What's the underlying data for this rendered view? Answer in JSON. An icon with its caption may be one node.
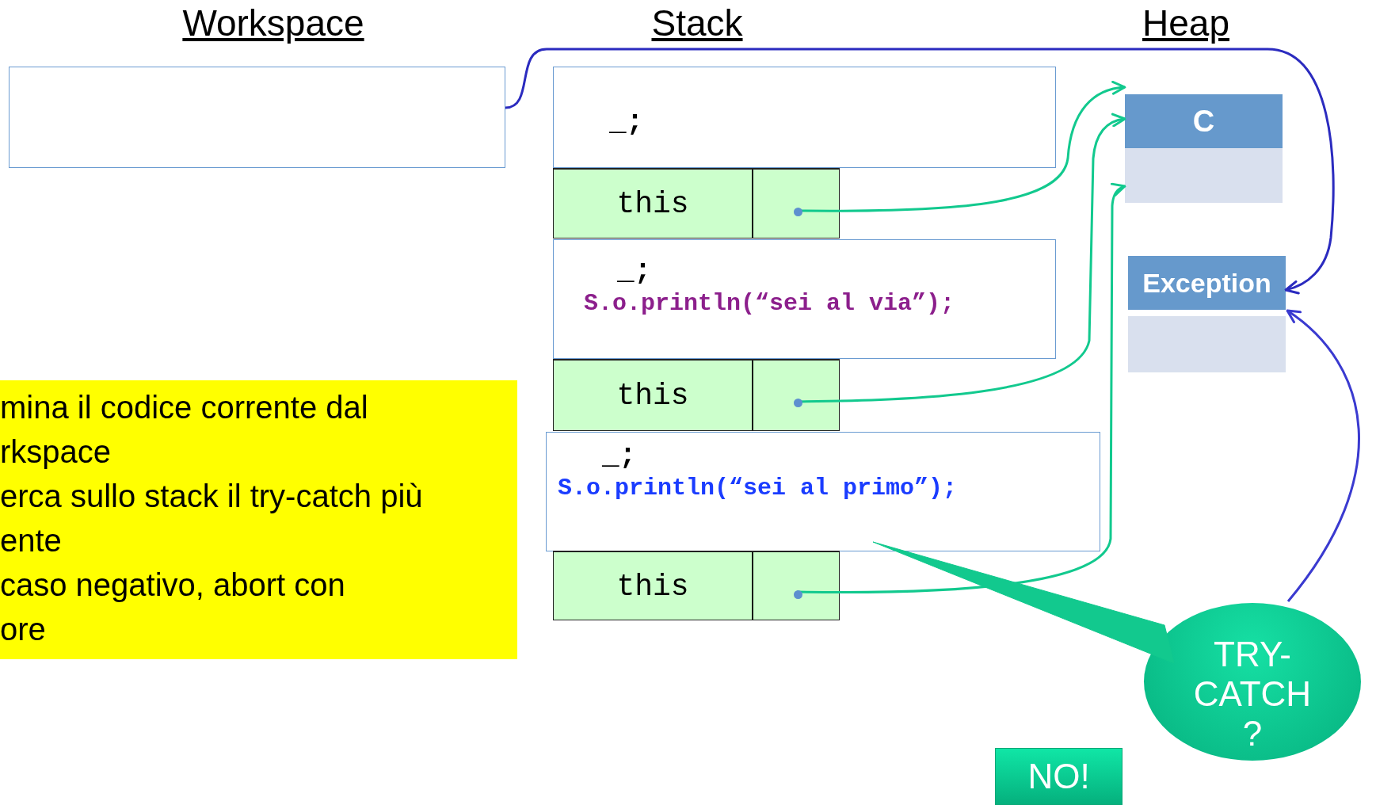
{
  "diagram": {
    "nodes": [
      {
        "text": [],
        "shape": "box"
      },
      {
        "text": [
          "_;"
        ]
      },
      {
        "text": [
          "this"
        ]
      },
      {
        "text": [
          "_;",
          "S.o.println(“sei al via”);"
        ]
      },
      {
        "text": [
          "this"
        ]
      },
      {
        "text": [
          "_;",
          "S.o.println(“sei al primo”);"
        ]
      },
      {
        "text": [
          "this"
        ]
      },
      {
        "text": [
          "C"
        ]
      },
      {
        "text": [
          "Exception"
        ]
      },
      {
        "text": [
          "mina il codice corrente dal rkspace",
          "erca sullo stack il try-catch più ente",
          "caso negativo, abort con ore"
        ]
      },
      {
        "text": [
          "TRY- CATCH ?"
        ]
      },
      {
        "text": [
          "NO!"
        ]
      }
    ],
    "edges": [
      {
        "from": 0,
        "to": 8,
        "arrow": "to",
        "color": "#2b2bbf"
      },
      {
        "from": 2,
        "to": 7,
        "arrow": "to"
      },
      {
        "from": 4,
        "to": 7,
        "arrow": "to"
      },
      {
        "from": 6,
        "to": 7,
        "arrow": "to"
      },
      {
        "from": 10,
        "to": 8,
        "arrow": "to",
        "color": "#3a3ad0"
      },
      {
        "from": 10,
        "to": 5,
        "arrow": "none",
        "style": "thick"
      }
    ],
    "labels": [
      "Workspace",
      "Stack",
      "Heap"
    ]
  }
}
